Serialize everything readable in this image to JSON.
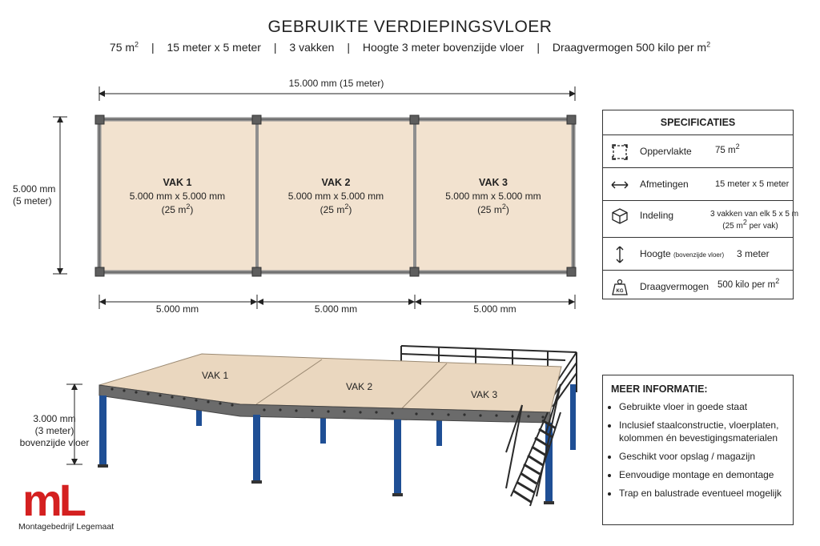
{
  "header": {
    "title": "GEBRUIKTE VERDIEPINGSVLOER",
    "sub_area_num": "75 m",
    "sub_area_sup": "2",
    "sub_dims": "15 meter x 5 meter",
    "sub_bays": "3 vakken",
    "sub_height": "Hoogte 3 meter bovenzijde vloer",
    "sub_load": "Draagvermogen 500 kilo per m",
    "sub_load_sup": "2",
    "separator": "|"
  },
  "plan": {
    "total_width": "15.000 mm (15 meter)",
    "depth_line1": "5.000 mm",
    "depth_line2": "(5 meter)",
    "bays": [
      {
        "name": "VAK 1",
        "dims": "5.000 mm x 5.000 mm",
        "area_num": "(25 m",
        "area_sup": "2",
        "area_close": ")",
        "bottom_dim": "5.000 mm"
      },
      {
        "name": "VAK 2",
        "dims": "5.000 mm x 5.000 mm",
        "area_num": "(25 m",
        "area_sup": "2",
        "area_close": ")",
        "bottom_dim": "5.000 mm"
      },
      {
        "name": "VAK 3",
        "dims": "5.000 mm x 5.000 mm",
        "area_num": "(25 m",
        "area_sup": "2",
        "area_close": ")",
        "bottom_dim": "5.000 mm"
      }
    ]
  },
  "iso": {
    "height_line1": "3.000 mm",
    "height_line2": "(3 meter)",
    "height_line3": "bovenzijde vloer",
    "bay_labels": [
      "VAK 1",
      "VAK 2",
      "VAK 3"
    ]
  },
  "specs": {
    "title": "SPECIFICATIES",
    "rows": [
      {
        "icon": "area-icon",
        "label": "Oppervlakte",
        "value": "75 m",
        "value_sup": "2"
      },
      {
        "icon": "dimensions-arrow-icon",
        "label": "Afmetingen",
        "value": "15 meter x 5 meter"
      },
      {
        "icon": "cube-icon",
        "label": "Indeling",
        "value_line1": "3 vakken van elk 5 x 5 m",
        "value_line2_a": "(25 m",
        "value_line2_sup": "2",
        "value_line2_b": " per vak)"
      },
      {
        "icon": "height-arrow-icon",
        "label": "Hoogte",
        "label_small": "(bovenzijde vloer)",
        "value": "3 meter"
      },
      {
        "icon": "weight-kg-icon",
        "label": "Draagvermogen",
        "value": "500 kilo per m",
        "value_sup": "2",
        "icon_text": "KG"
      }
    ]
  },
  "info": {
    "title": "MEER INFORMATIE:",
    "items": [
      "Gebruikte vloer in goede staat",
      "Inclusief staalconstructie, vloerplaten, kolommen én bevestigingsmaterialen",
      "Geschikt voor opslag / magazijn",
      "Eenvoudige montage en demontage",
      "Trap en balustrade eventueel mogelijk"
    ]
  },
  "logo": {
    "mark_text": "mL",
    "company": "Montagebedrijf Legemaat",
    "color": "#d42020"
  },
  "colors": {
    "floor": "#f2e2cf",
    "frame": "#9a9a9a",
    "column": "#1f4f95",
    "beam": "#6e6e6e",
    "stair": "#2a2a2a"
  }
}
